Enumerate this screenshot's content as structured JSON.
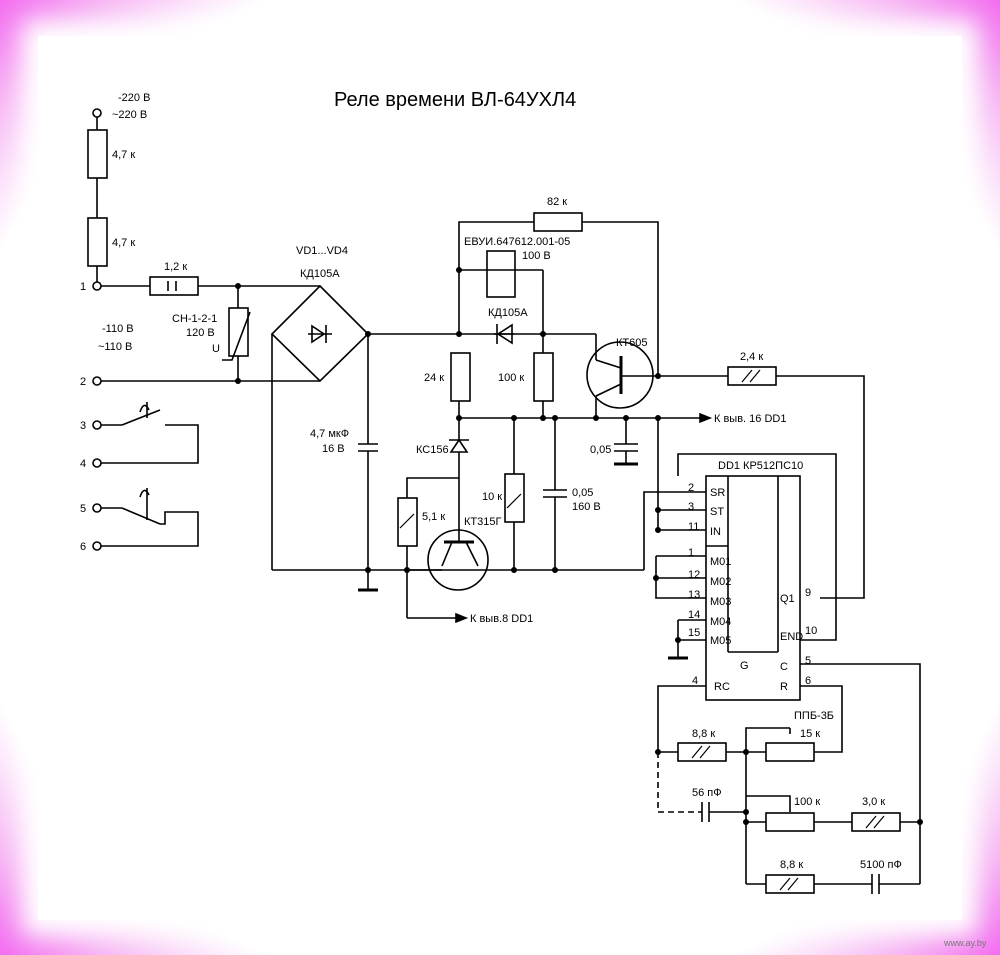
{
  "title": "Реле времени ВЛ-64УХЛ4",
  "watermark": "www.ay.by",
  "terminals": {
    "t1a": "-220 В",
    "t1b": "~220 В",
    "t1": "1",
    "t2a": "-110 В",
    "t2b": "~110 В",
    "t2": "2",
    "t3": "3",
    "t4": "4",
    "t5": "5",
    "t6": "6"
  },
  "components": {
    "r1": "4,7 к",
    "r2": "4,7 к",
    "r3": "1,2 к",
    "varistor1": "СН-1-2-1",
    "varistor2": "120 В",
    "varistor_u": "U",
    "bridge1": "VD1...VD4",
    "bridge2": "КД105А",
    "cap1a": "4,7 мкФ",
    "cap1b": "16 В",
    "r82": "82 к",
    "relay1": "ЕВУИ.647612.001-05",
    "relay2": "100 В",
    "diode": "КД105А",
    "r24": "24 к",
    "r100": "100 к",
    "kt605": "КТ605",
    "r24k": "2,4 к",
    "out16": "К выв. 16 DD1",
    "c005": "0,05",
    "kc156": "КС156",
    "r10": "10 к",
    "c2a": "0,05",
    "c2b": "160 В",
    "r51": "5,1 к",
    "kt315": "КТ315Г",
    "out8": "К выв.8 DD1",
    "dd1": "DD1 КР512ПС10",
    "ppb": "ППБ-3Б",
    "r88a": "8,8 к",
    "r15": "15 к",
    "c56": "56 пФ",
    "r100b": "100 к",
    "r30": "3,0 к",
    "r88b": "8,8 к",
    "c5100": "5100 пФ"
  },
  "chip": {
    "pins_left": [
      "SR",
      "ST",
      "IN",
      "M01",
      "M02",
      "M03",
      "M04",
      "M05"
    ],
    "pins_left_nums": [
      "2",
      "3",
      "11",
      "1",
      "12",
      "13",
      "14",
      "15"
    ],
    "pins_right": [
      "Q1",
      "END",
      "C",
      "R"
    ],
    "pins_right_nums": [
      "9",
      "10",
      "5",
      "6"
    ],
    "pin_g": "G",
    "pin_rc": "RC",
    "pin_rc_num": "4"
  }
}
